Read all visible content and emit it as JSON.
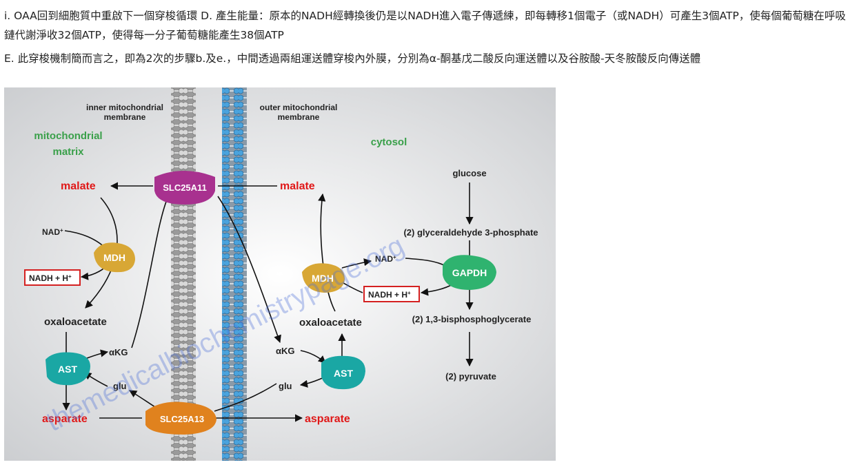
{
  "text": {
    "para1": "i. OAA回到細胞質中重啟下一個穿梭循環 D. 產生能量：原本的NADH經轉換後仍是以NADH進入電子傳遞練，即每轉移1個電子（或NADH）可產生3個ATP，使每個葡萄糖在呼吸鏈代謝淨收32個ATP，使得每一分子葡萄糖能產生38個ATP",
    "para2": "E. 此穿梭機制簡而言之，即為2次的步驟b.及e.，中間透過兩組運送體穿梭內外膜，分別為α-酮基戊二酸反向運送體以及谷胺酸-天冬胺酸反向傳送體"
  },
  "diagram": {
    "inner_membrane_label_1": "inner mitochondrial",
    "inner_membrane_label_2": "membrane",
    "outer_membrane_label_1": "outer mitochondrial",
    "outer_membrane_label_2": "membrane",
    "matrix_label_1": "mitochondrial",
    "matrix_label_2": "matrix",
    "cytosol_label": "cytosol",
    "slc25a11": "SLC25A11",
    "slc25a13": "SLC25A13",
    "malate_left": "malate",
    "malate_right": "malate",
    "nad_left": "NAD",
    "nad_right": "NAD",
    "plus": "+",
    "mdh_left": "MDH",
    "mdh_right": "MDH",
    "nadh_left": "NADH + H",
    "nadh_right": "NADH + H",
    "oxaloacetate_left": "oxaloacetate",
    "oxaloacetate_right": "oxaloacetate",
    "ast_left": "AST",
    "ast_right": "AST",
    "akg_left": "αKG",
    "akg_right": "αKG",
    "glu_left": "glu",
    "glu_right": "glu",
    "asparate_left": "asparate",
    "asparate_right": "asparate",
    "glucose": "glucose",
    "g3p": "(2) glyceraldehyde 3-phosphate",
    "gapdh": "GAPDH",
    "bpg": "(2) 1,3-bisphosphoglycerate",
    "pyruvate": "(2) pyruvate",
    "watermark": "themedicalbiochemistrypage.org"
  },
  "colors": {
    "red_label": "#e01818",
    "mdh": "#d8a735",
    "ast": "#1aa7a4",
    "gapdh": "#2fb36f",
    "slc25a11": "#a8318f",
    "slc25a13": "#e0821e",
    "matrix_label": "#3aa04a",
    "nadh_box": "#d42020"
  }
}
